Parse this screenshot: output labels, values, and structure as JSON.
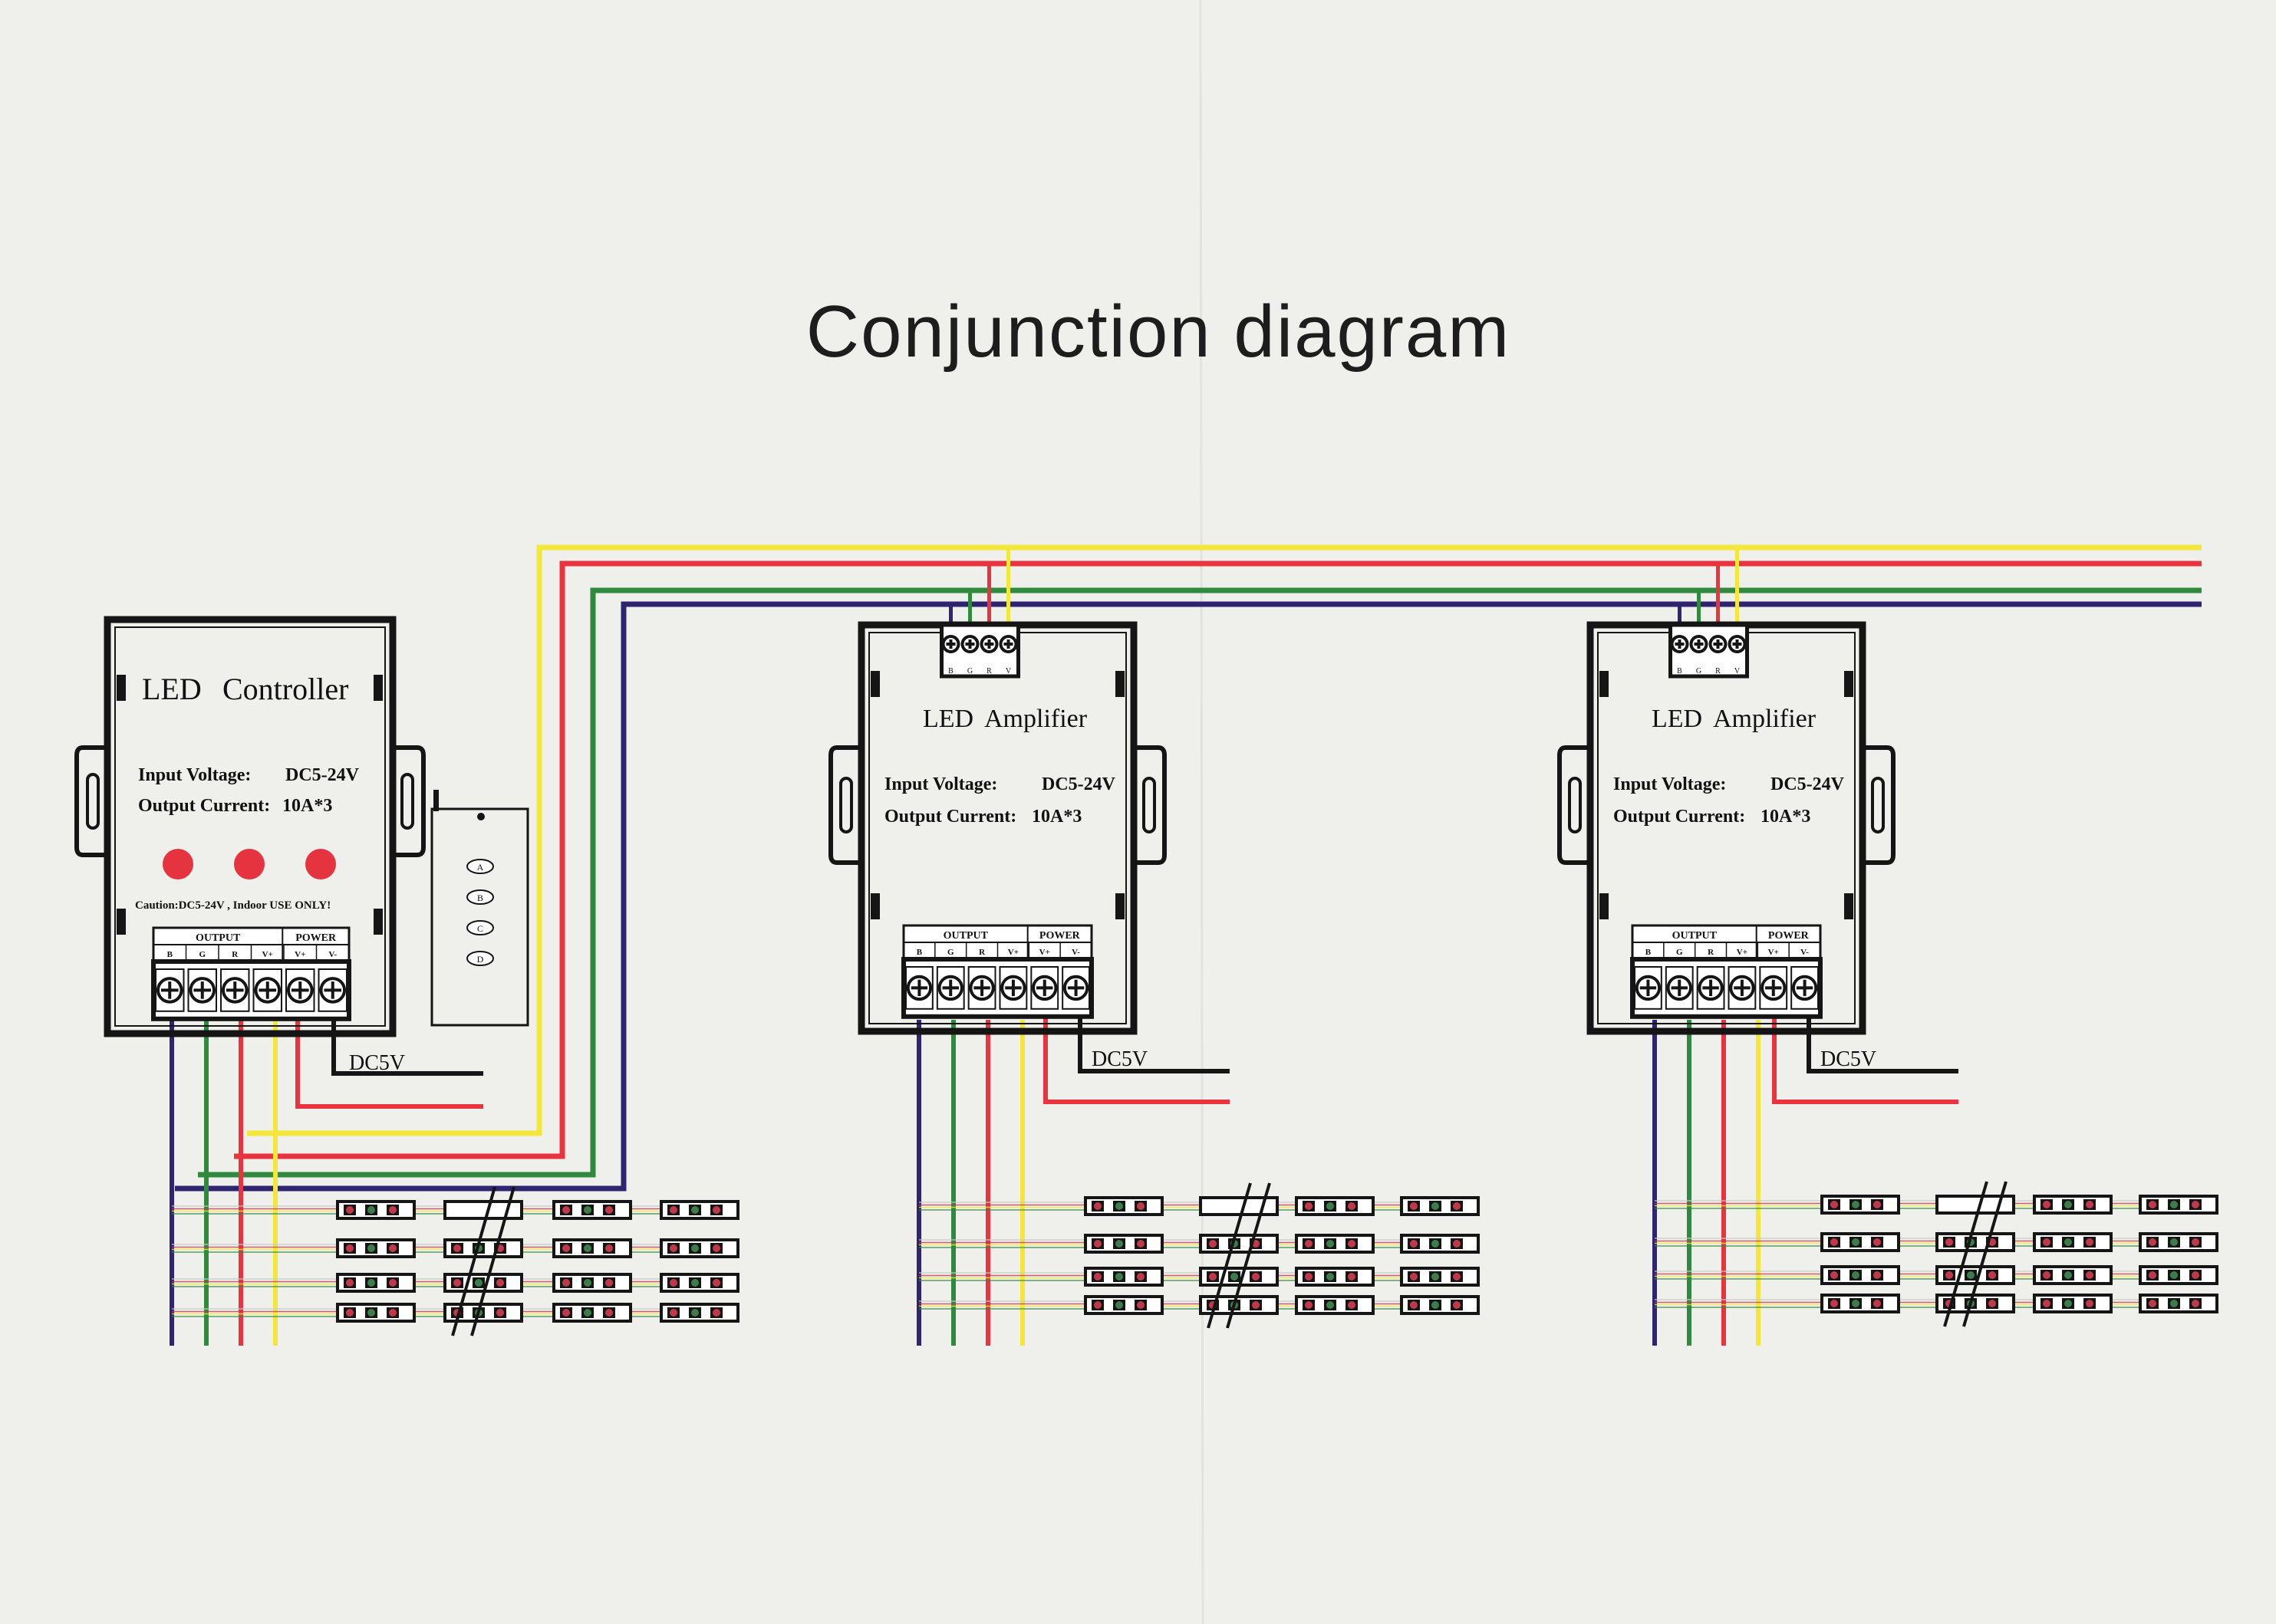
{
  "title": "Conjunction diagram",
  "controller": {
    "name_left": "LED",
    "name_right": "Controller",
    "input_voltage_label": "Input Voltage:",
    "input_voltage_value": "DC5-24V",
    "output_current_label": "Output Current:",
    "output_current_value": "10A*3",
    "caution": "Caution:DC5-24V , Indoor USE ONLY!",
    "dc_label": "DC5V",
    "remote_buttons": [
      "A",
      "B",
      "C",
      "D"
    ]
  },
  "amplifiers": [
    {
      "name_left": "LED",
      "name_right": "Amplifier",
      "input_voltage_label": "Input Voltage:",
      "input_voltage_value": "DC5-24V",
      "output_current_label": "Output Current:",
      "output_current_value": "10A*3",
      "dc_label": "DC5V"
    },
    {
      "name_left": "LED",
      "name_right": "Amplifier",
      "input_voltage_label": "Input Voltage:",
      "input_voltage_value": "DC5-24V",
      "output_current_label": "Output Current:",
      "output_current_value": "10A*3",
      "dc_label": "DC5V"
    }
  ],
  "terminal_block": {
    "output_header": "OUTPUT",
    "power_header": "POWER",
    "pins": [
      "B",
      "G",
      "R",
      "V+",
      "V+",
      "V-"
    ]
  },
  "input_block_pins": [
    "B",
    "G",
    "R",
    "V"
  ],
  "colors": {
    "blue": "#2f2470",
    "green": "#2f8a3e",
    "red": "#e8343f",
    "yellow": "#f3e83a",
    "black": "#151515",
    "led_red": "#c0394a",
    "led_green": "#3c7d4a",
    "paper": "#efefec"
  }
}
